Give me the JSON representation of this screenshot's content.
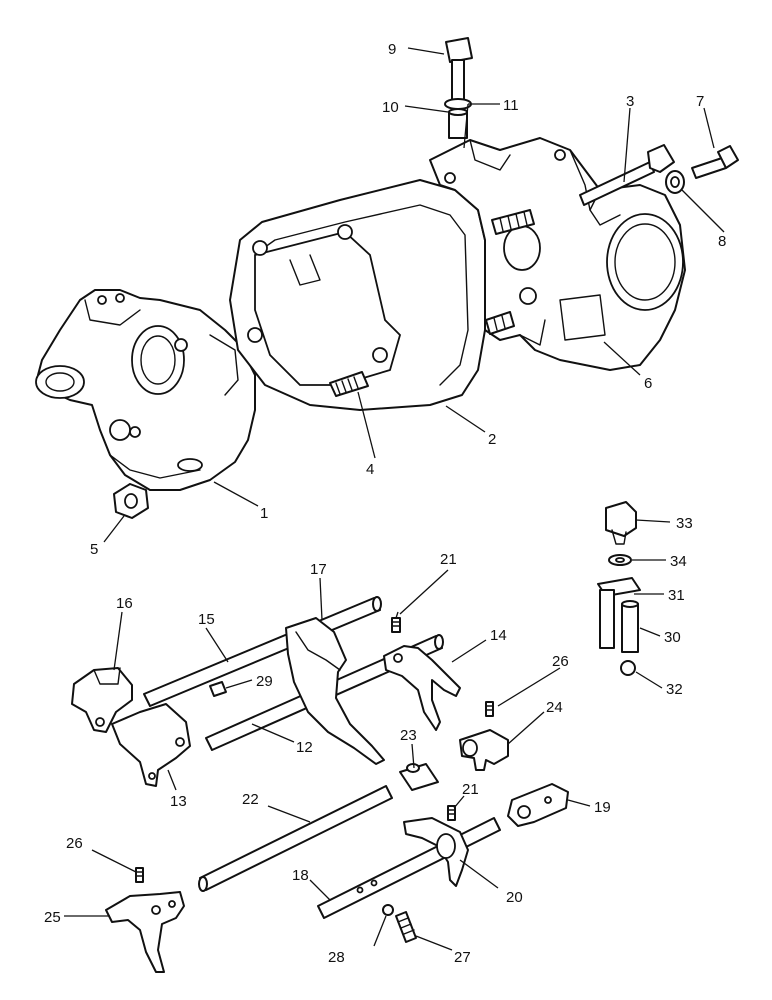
{
  "callouts": {
    "n1": "1",
    "n2": "2",
    "n3": "3",
    "n4": "4",
    "n5": "5",
    "n6": "6",
    "n7": "7",
    "n8": "8",
    "n9": "9",
    "n10": "10",
    "n11": "11",
    "n12": "12",
    "n13": "13",
    "n14": "14",
    "n15": "15",
    "n16": "16",
    "n17": "17",
    "n18": "18",
    "n19": "19",
    "n20": "20",
    "n21a": "21",
    "n21b": "21",
    "n22": "22",
    "n23": "23",
    "n24": "24",
    "n25": "25",
    "n26a": "26",
    "n26b": "26",
    "n27": "27",
    "n28": "28",
    "n29": "29",
    "n30": "30",
    "n31": "31",
    "n32": "32",
    "n33": "33",
    "n34": "34"
  }
}
